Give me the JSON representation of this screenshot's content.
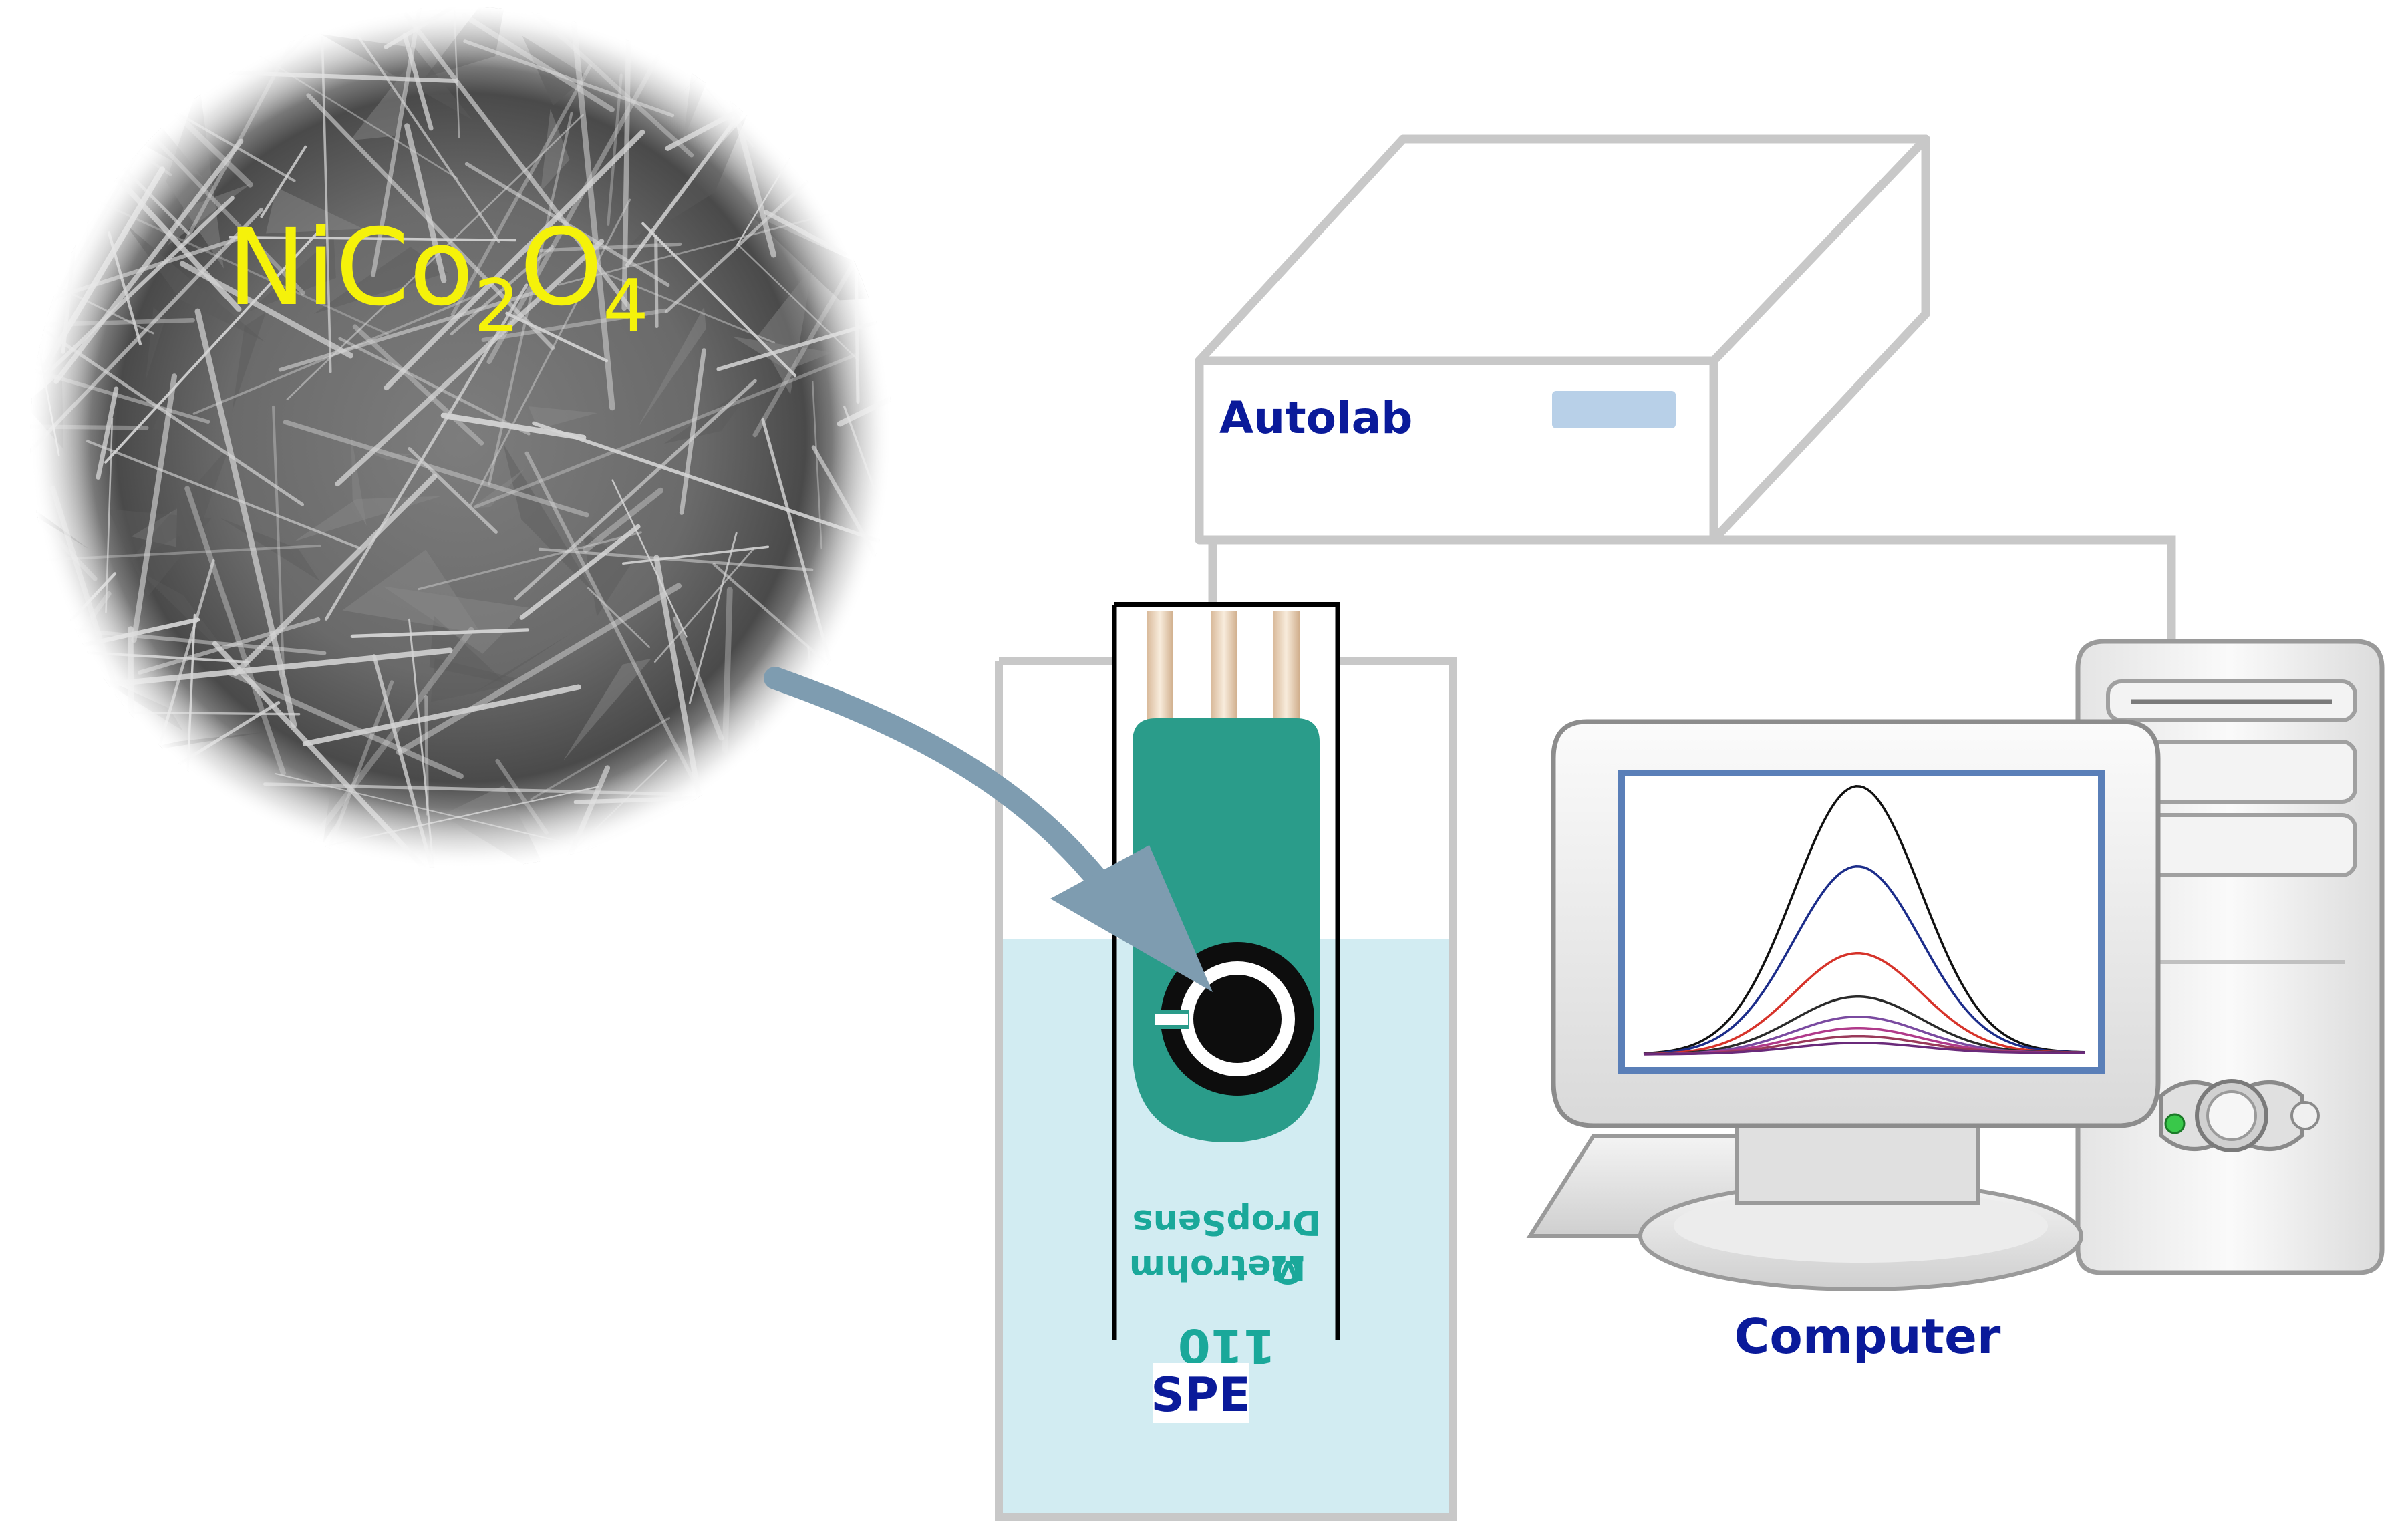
{
  "material": {
    "formula_base": "NiCo",
    "sub1": "2",
    "mid": "O",
    "sub2": "4",
    "color": "#f5f20a"
  },
  "instrument": {
    "label": "Autolab",
    "label_color": "#0a1a9a"
  },
  "electrode": {
    "label": "SPE",
    "print_model": "110",
    "print_brand": "Metrohm",
    "print_sub": "DropSens",
    "strip_color": "#2a9c8a",
    "print_color": "#1aa89a"
  },
  "computer": {
    "label": "Computer",
    "label_color": "#0a1a9a"
  },
  "colors": {
    "frame_gray": "#c8c8c8",
    "solution": "#d2ecf2",
    "arrow": "#7e9cb0",
    "screen_border": "#5a7fb8"
  },
  "icons": [
    "sem-micrograph-circle",
    "curved-arrow-icon",
    "potentiostat-box-icon",
    "electrochemical-cell-icon",
    "monitor-icon",
    "tower-pc-icon",
    "power-led-icon"
  ]
}
